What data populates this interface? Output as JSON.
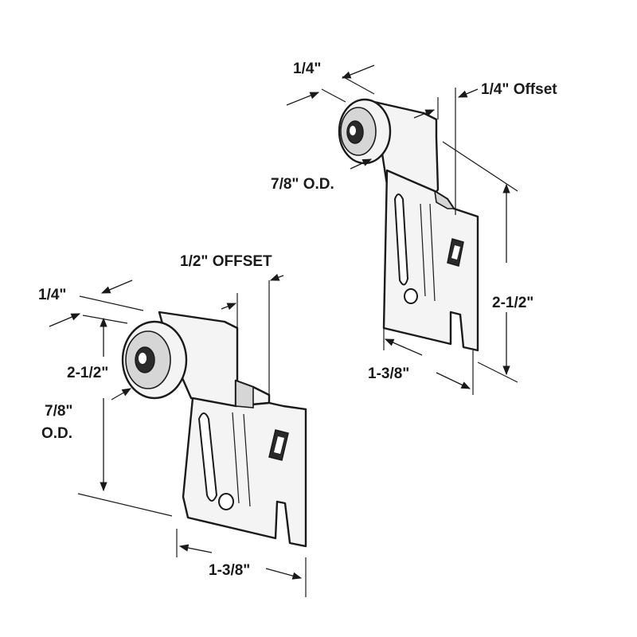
{
  "left_part": {
    "top_width": "1/4\"",
    "offset": "1/2\" OFFSET",
    "height": "2-1/2\"",
    "od_line1": "7/8\"",
    "od_line2": "O.D.",
    "width": "1-3/8\""
  },
  "right_part": {
    "top_width": "1/4\"",
    "offset": "1/4\" Offset",
    "od": "7/8\" O.D.",
    "height": "2-1/2\"",
    "width": "1-3/8\""
  }
}
